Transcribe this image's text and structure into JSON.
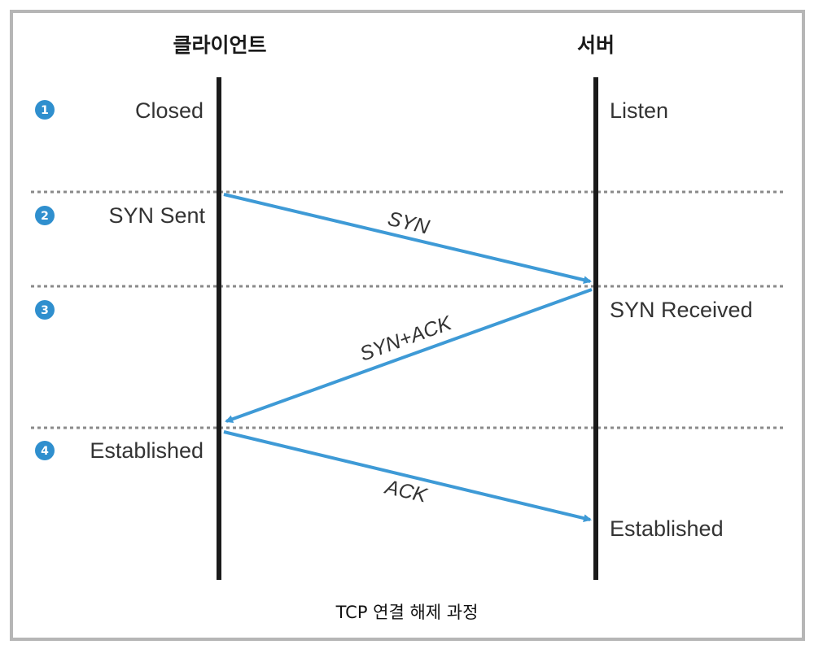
{
  "headers": {
    "client": "클라이언트",
    "server": "서버"
  },
  "steps": [
    "1",
    "2",
    "3",
    "4"
  ],
  "client_states": [
    "Closed",
    "SYN Sent",
    "Established"
  ],
  "server_states": [
    "Listen",
    "SYN Received",
    "Established"
  ],
  "messages": [
    "SYN",
    "SYN+ACK",
    "ACK"
  ],
  "caption": "TCP 연결 해제 과정",
  "colors": {
    "arrow": "#3e9ad6",
    "step_circle": "#2f8fce",
    "lifeline": "#1a1a1a",
    "divider": "#8a8a8a",
    "frame": "#b6b6b6"
  }
}
